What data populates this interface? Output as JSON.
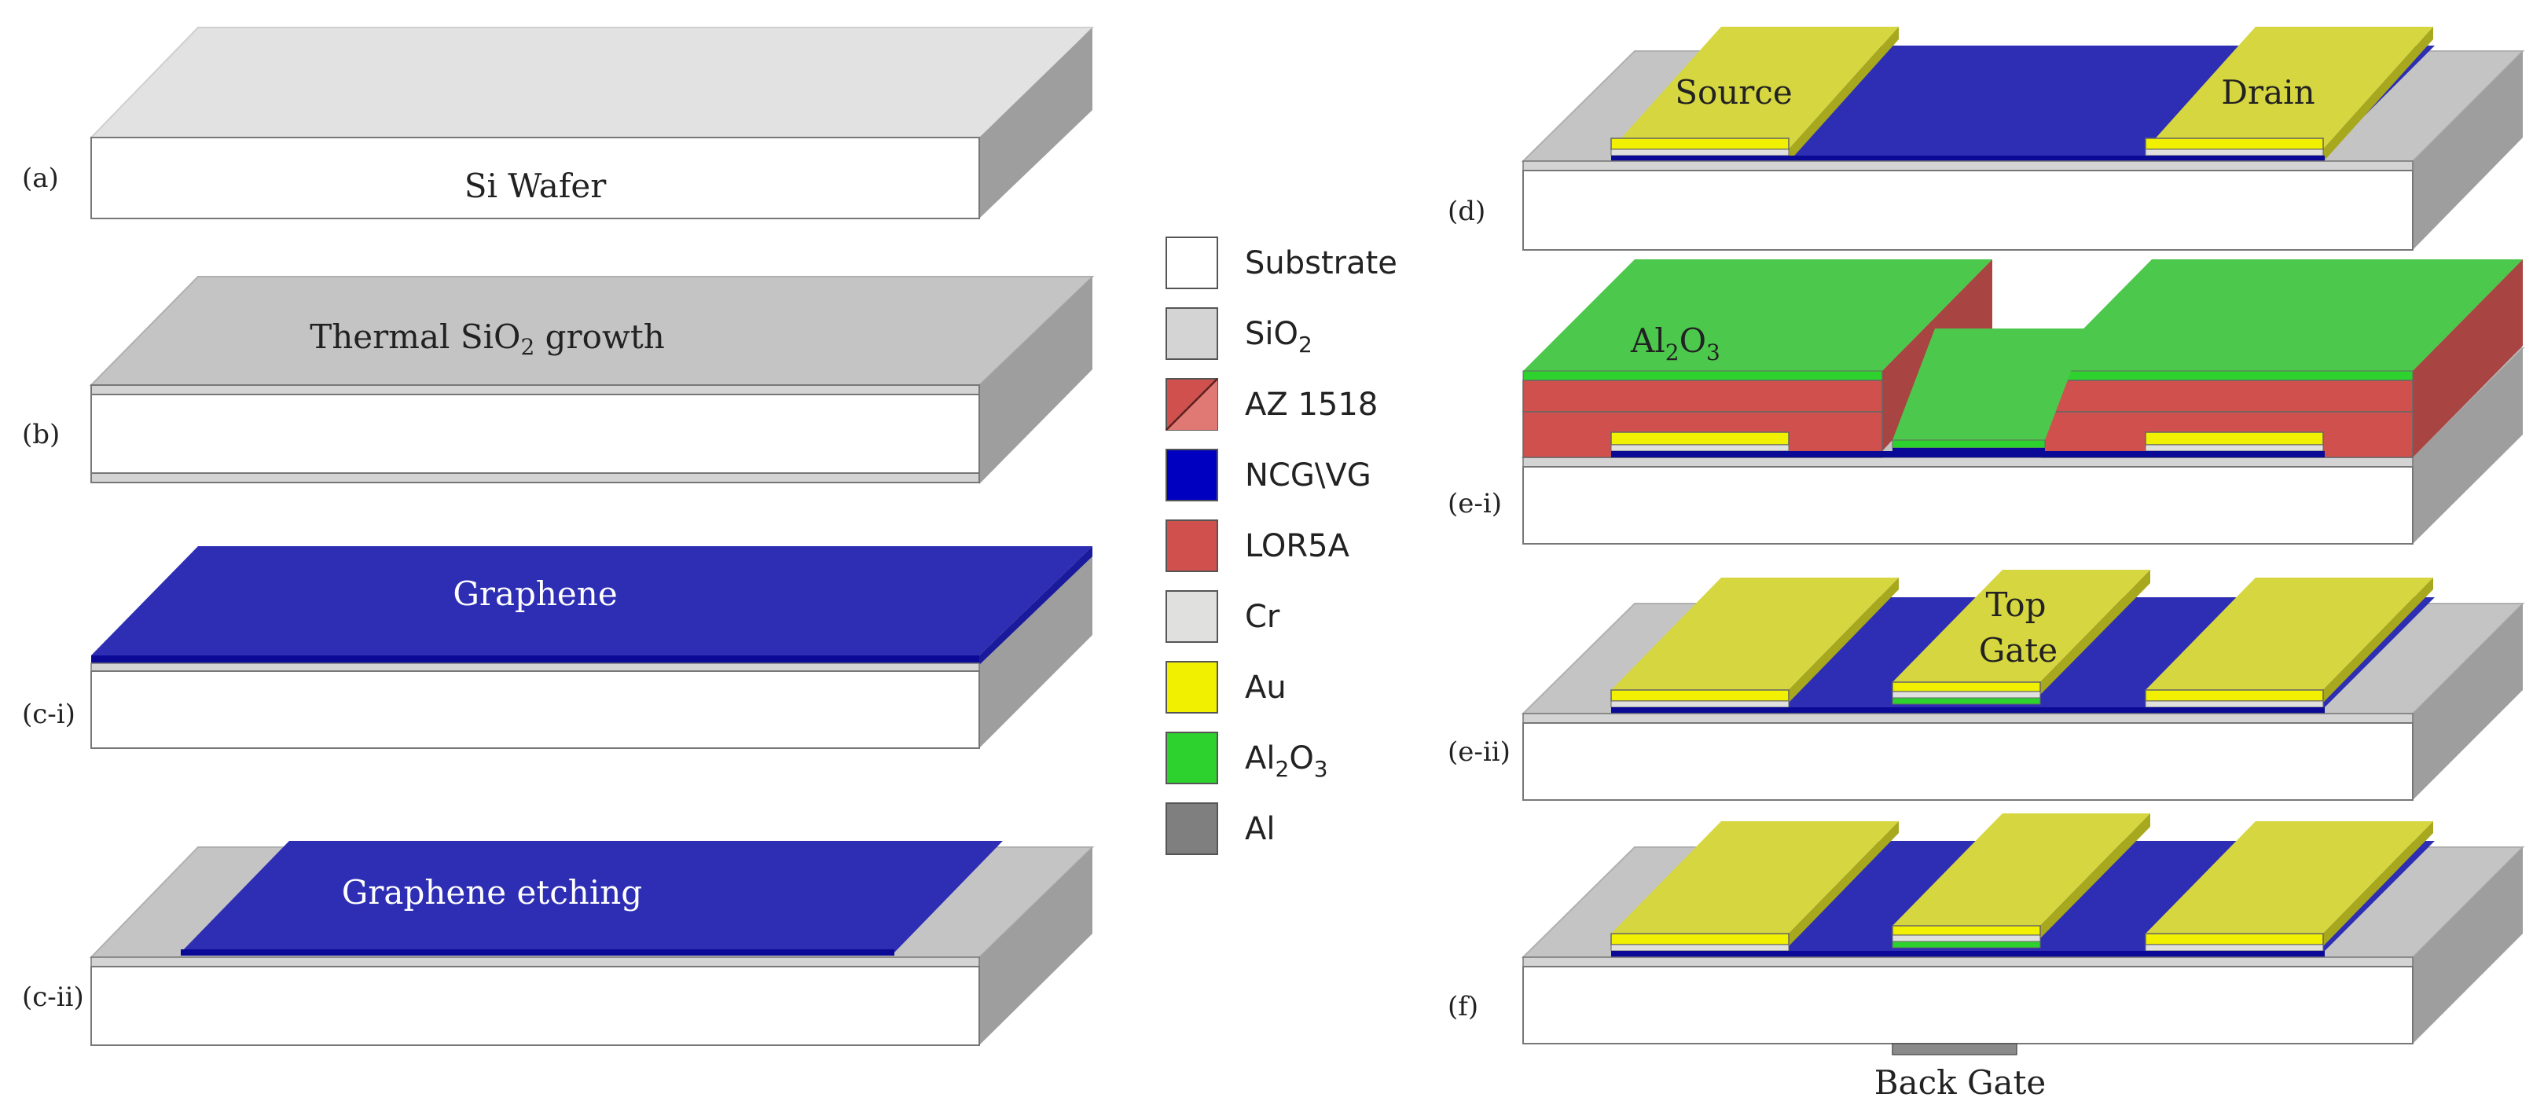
{
  "steps": {
    "a": {
      "label": "(a)",
      "text": "Si Wafer"
    },
    "b": {
      "label": "(b)",
      "text": "Thermal SiO",
      "text_sub": "2",
      "text_tail": " growth"
    },
    "ci": {
      "label": "(c-i)",
      "text": "Graphene"
    },
    "cii": {
      "label": "(c-ii)",
      "text": "Graphene etching"
    },
    "d": {
      "label": "(d)",
      "source": "Source",
      "drain": "Drain"
    },
    "ei": {
      "label": "(e-i)",
      "al_main": "Al",
      "al_sub1": "2",
      "al_mid": "O",
      "al_sub2": "3"
    },
    "eii": {
      "label": "(e-ii)",
      "top1": "Top",
      "top2": "Gate"
    },
    "f": {
      "label": "(f)",
      "back_gate": "Back Gate"
    }
  },
  "legend": [
    {
      "name": "Substrate",
      "color": "#ffffff"
    },
    {
      "name": "SiO",
      "sub": "2",
      "color": "#d4d4d4"
    },
    {
      "name": "AZ 1518",
      "color": "#d0504d",
      "pattern": "diagonal"
    },
    {
      "name": "NCG\\VG",
      "color": "#0000c0"
    },
    {
      "name": "LOR5A",
      "color": "#d0504d"
    },
    {
      "name": "Cr",
      "color": "#e0e0de"
    },
    {
      "name": "Au",
      "color": "#f0f000"
    },
    {
      "name": "Al",
      "sub": "2",
      "mid": "O",
      "sub2": "3",
      "color": "#2ed22e"
    },
    {
      "name": "Al",
      "color": "#7f7f7f"
    }
  ],
  "colors": {
    "substrate_front": "#ffffff",
    "wafer_top": "#e2e2e2",
    "sio2_top": "#c4c4c4",
    "side": "#9e9e9e",
    "graphene": "#2e2eb4",
    "graphene_dark": "#0a0a96",
    "au_top": "#d6d640",
    "au_bright": "#f0f000",
    "al2o3": "#4cc84c",
    "resist": "#d0504d",
    "resist_dark": "#a84442",
    "al_gate": "#8a8a8a"
  }
}
